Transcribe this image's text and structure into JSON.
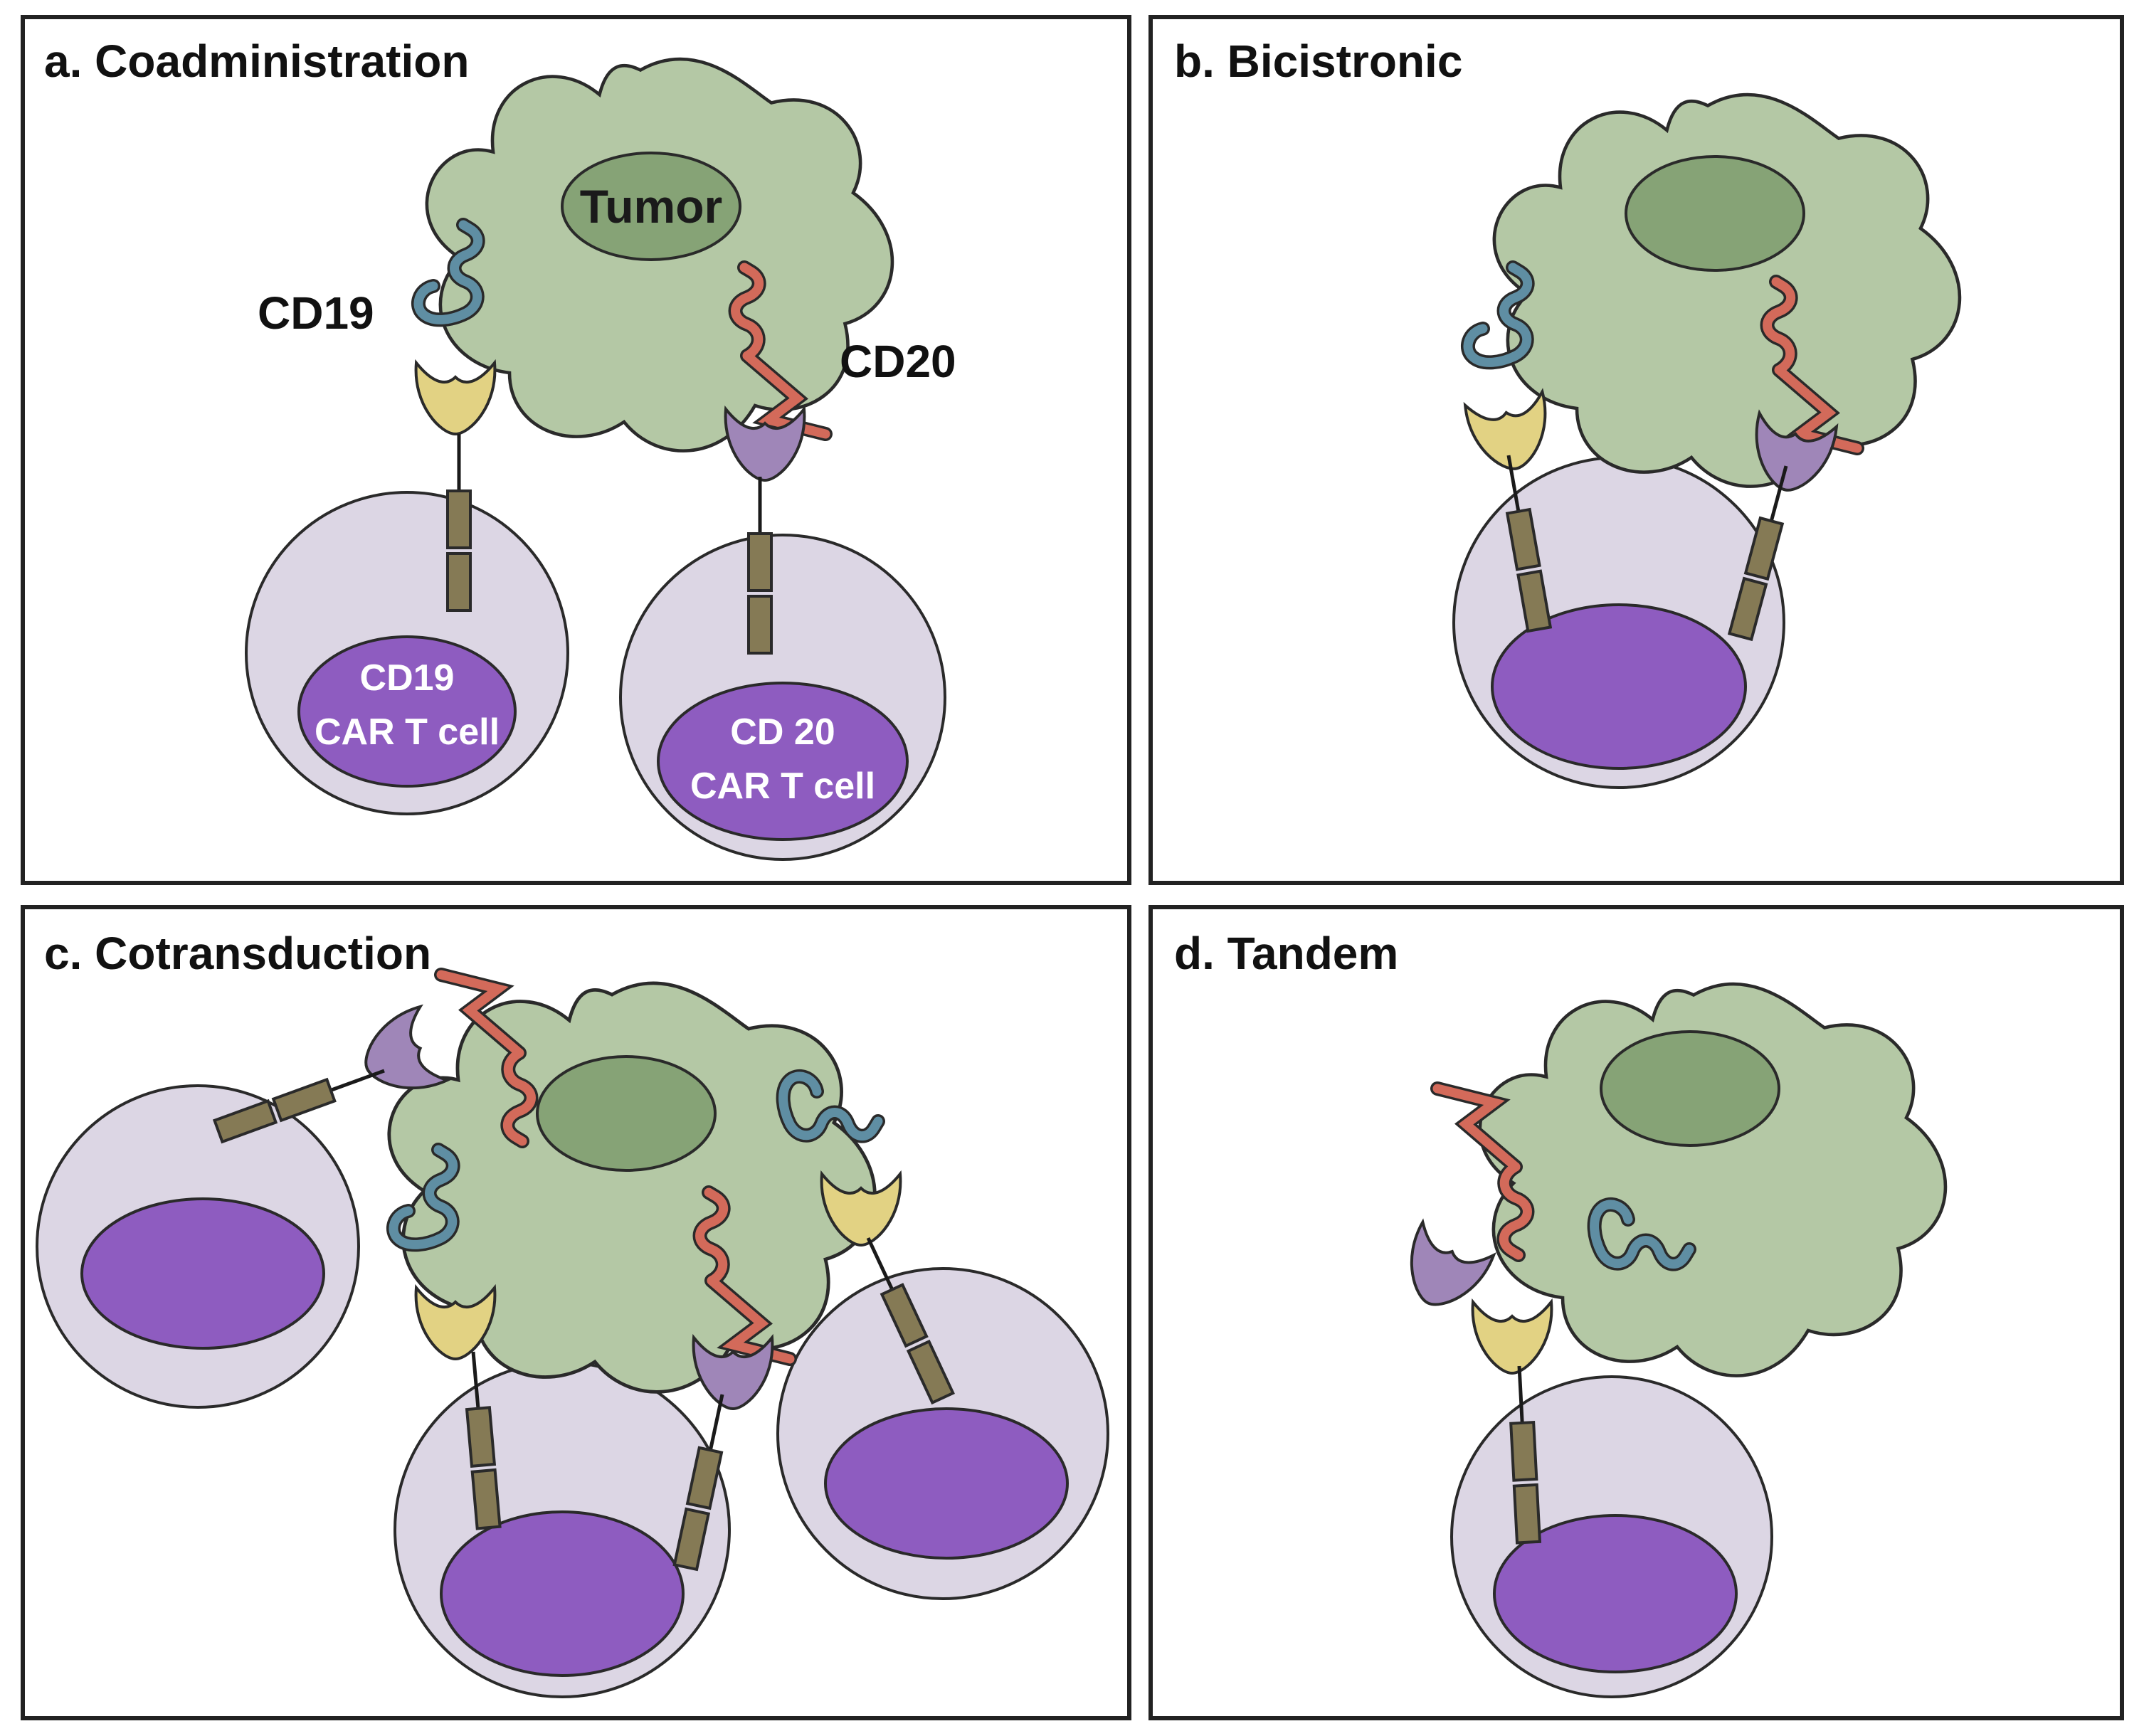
{
  "panels": {
    "a": {
      "title": "a. Coadministration",
      "tumor_label": "Tumor",
      "antigen_left_label": "CD19",
      "antigen_right_label": "CD20",
      "cell_left_label_line1": "CD19",
      "cell_left_label_line2": "CAR T cell",
      "cell_right_label_line1": "CD 20",
      "cell_right_label_line2": "CAR T cell"
    },
    "b": {
      "title": "b. Bicistronic"
    },
    "c": {
      "title": "c. Cotransduction"
    },
    "d": {
      "title": "d. Tandem"
    }
  },
  "colors": {
    "tumor_body": "#b4c8a5",
    "tumor_nucleus": "#86a376",
    "tcell_body": "#dcd6e4",
    "tcell_nucleus": "#8e5cc0",
    "cd19_antigen": "#5f8ea3",
    "cd20_antigen": "#d36a5a",
    "cd19_binder": "#e2d283",
    "cd20_binder": "#9f86b8",
    "car_stalk": "#857a55",
    "panel_border": "#222222"
  }
}
